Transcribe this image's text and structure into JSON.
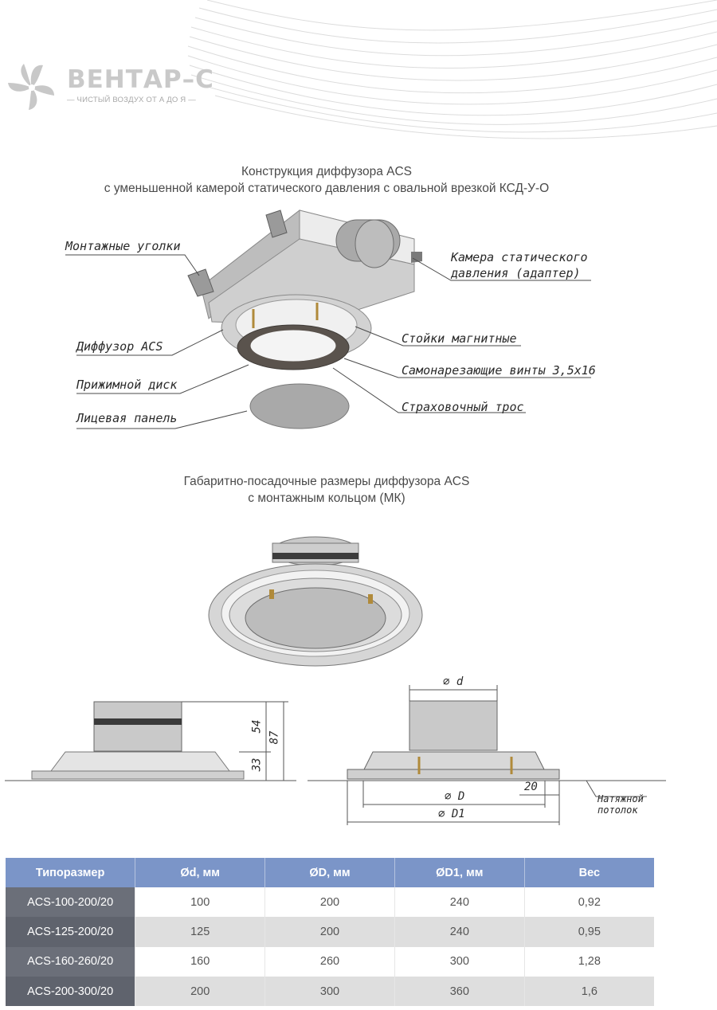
{
  "brand": {
    "name": "ВЕНТАР–С",
    "slogan": "— ЧИСТЫЙ ВОЗДУХ ОТ А ДО Я —",
    "logo_icon": "fan-icon"
  },
  "section1": {
    "title_line1": "Конструкция диффузора ACS",
    "title_line2": "с уменьшенной камерой статического давления с овальной врезкой КСД-У-О",
    "labels": {
      "mounting_brackets": "Монтажные уголки",
      "plenum_line1": "Камера статического",
      "plenum_line2": "давления (адаптер)",
      "diffuser": "Диффузор ACS",
      "magnetic_posts": "Стойки магнитные",
      "pressure_disk": "Прижимной диск",
      "screws": "Самонарезающие винты 3,5х16",
      "face_panel": "Лицевая панель",
      "safety_cable": "Страховочный трос"
    }
  },
  "section2": {
    "title_line1": "Габаритно-посадочные размеры диффузора ACS",
    "title_line2": "с монтажным кольцом (МК)",
    "dimensions": {
      "h54": "54",
      "h87": "87",
      "h33": "33",
      "d": "∅ d",
      "D": "∅ D",
      "D1": "∅ D1",
      "w20": "20",
      "ceiling_line1": "Натяжной",
      "ceiling_line2": "потолок"
    }
  },
  "table": {
    "headers": [
      "Типоразмер",
      "Ød, мм",
      "ØD, мм",
      "ØD1, мм",
      "Вес"
    ],
    "rows": [
      [
        "ACS-100-200/20",
        "100",
        "200",
        "240",
        "0,92"
      ],
      [
        "ACS-125-200/20",
        "125",
        "200",
        "240",
        "0,95"
      ],
      [
        "ACS-160-260/20",
        "160",
        "260",
        "300",
        "1,28"
      ],
      [
        "ACS-200-300/20",
        "200",
        "300",
        "360",
        "1,6"
      ]
    ]
  },
  "colors": {
    "header_bg": "#7b95c8",
    "model_cell_bg": "#6b6f79",
    "row_alt_bg": "#dedede"
  }
}
